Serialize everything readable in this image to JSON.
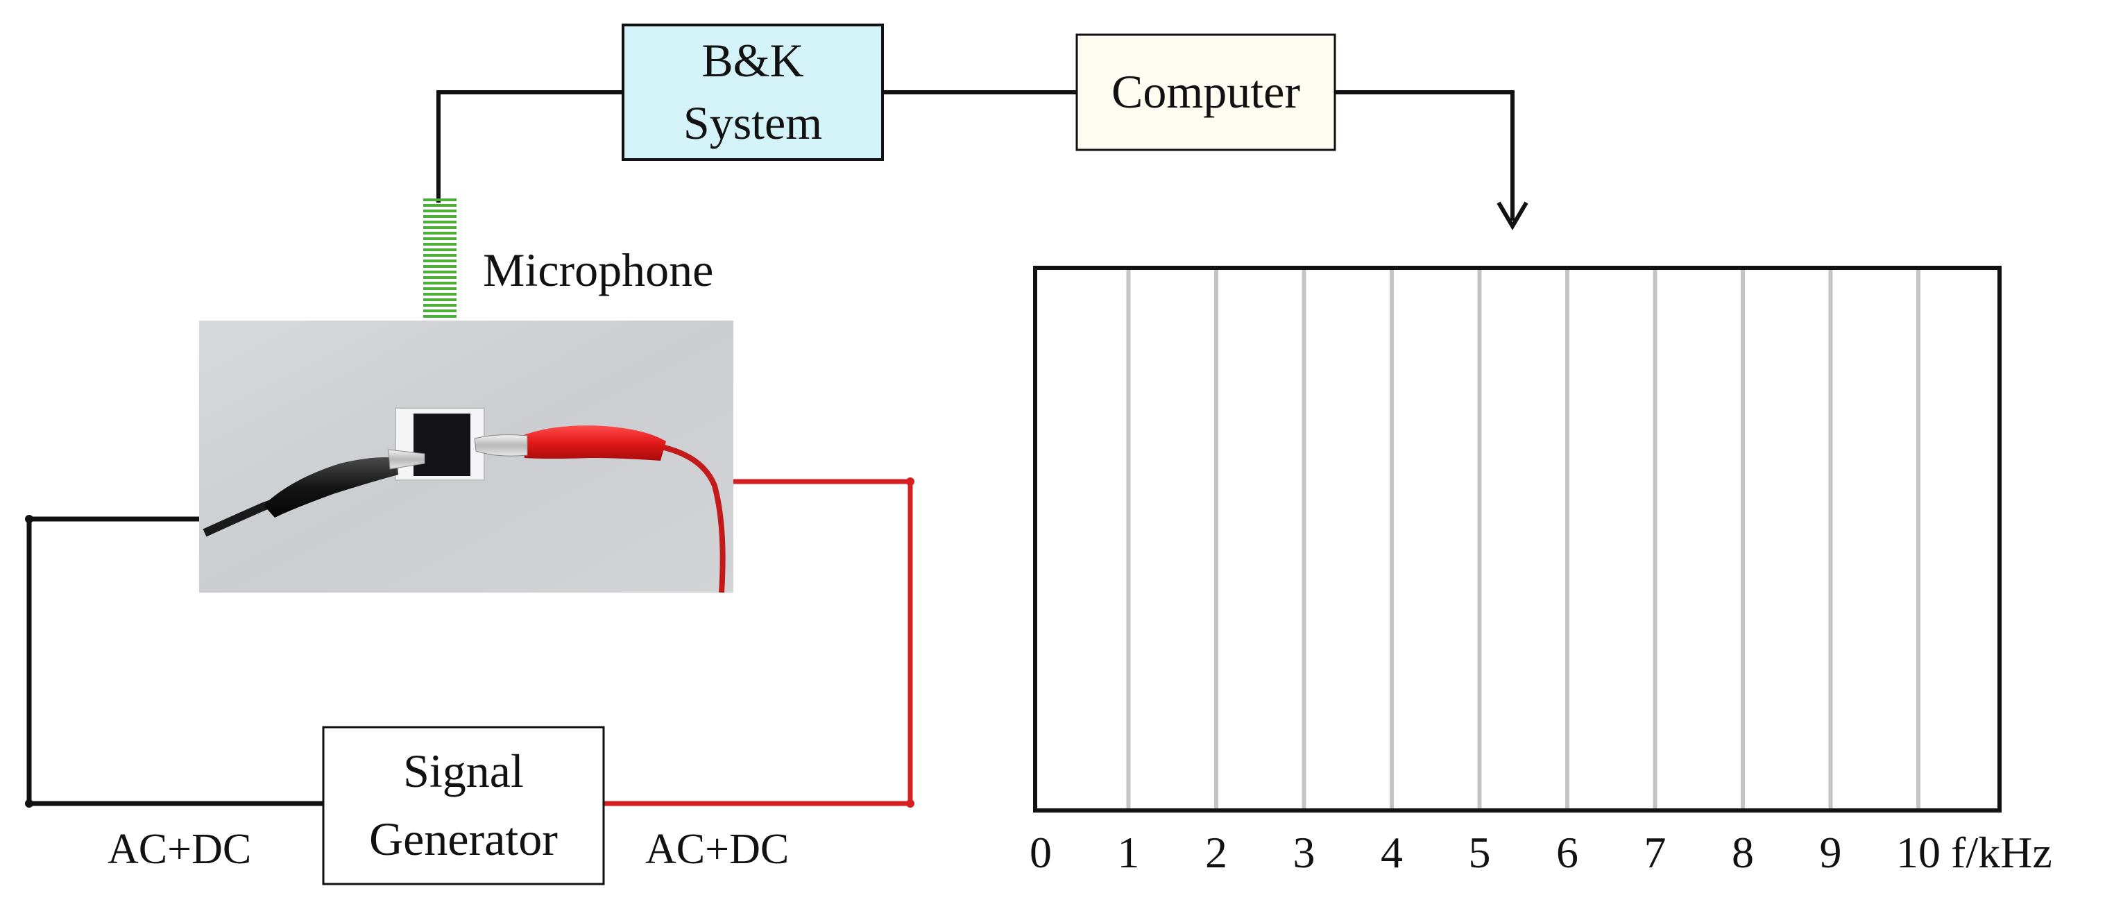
{
  "blocks": {
    "bk_line1": "B&K",
    "bk_line2": "System",
    "computer": "Computer",
    "microphone": "Microphone",
    "generator_line1": "Signal",
    "generator_line2": "Generator",
    "left_source": "AC+DC",
    "right_source": "AC+DC"
  },
  "colors": {
    "bk_fill": "#d4f3f8",
    "computer_fill": "#fffdf2",
    "mic": "#4caf3c",
    "red_wire": "#d42020",
    "black_wire": "#111111",
    "grid_line": "#c4c4c4"
  },
  "chart_data": {
    "type": "line",
    "x": [
      "0",
      "1",
      "2",
      "3",
      "4",
      "5",
      "6",
      "7",
      "8",
      "9",
      "10"
    ],
    "xlabel": "f/kHz",
    "series": [],
    "grid": "vertical"
  }
}
